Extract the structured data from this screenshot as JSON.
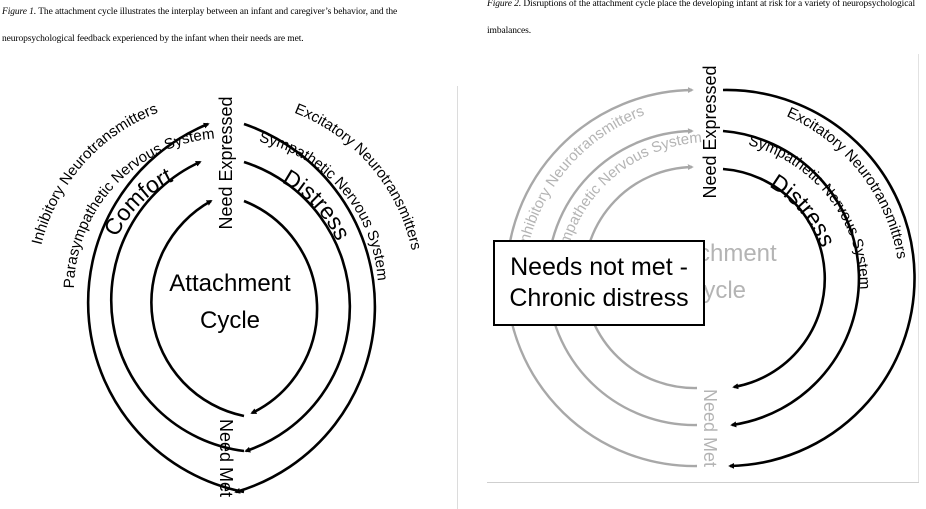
{
  "figure1": {
    "caption_label": "Figure 1.",
    "caption_text": " The attachment cycle illustrates the interplay between an infant and caregiver’s behavior, and the neuropsychological feedback experienced by the infant when their needs are met.",
    "center_title_line1": "Attachment",
    "center_title_line2": "Cycle",
    "top_label": "Need Expressed",
    "bottom_label": "Need Met",
    "left_labels": [
      "Comfort",
      "Parasympathetic Nervous System",
      "Inhibitory Neurotransmitters"
    ],
    "right_labels": [
      "Distress",
      "Sympathetic Nervous System",
      "Excitatory Neurotransmitters"
    ]
  },
  "figure2": {
    "caption_label": "Figure 2.",
    "caption_text": " Disruptions of the attachment cycle place the developing infant at risk for a variety of neuropsychological imbalances.",
    "callout_line1": "Needs not met -",
    "callout_line2": "Chronic distress",
    "center_title_line1": "Attachment",
    "center_title_line2": "Cycle",
    "top_label": "Need Expressed",
    "bottom_label": "Need Met",
    "left_labels": [
      "Parasympathetic Nervous System",
      "Inhibitory Neurotransmitters"
    ],
    "right_labels": [
      "Distress",
      "Sympathetic Nervous System",
      "Excitatory Neurotransmitters"
    ]
  },
  "colors": {
    "active": "#000000",
    "faded": "#a8a8a8",
    "faded_text": "#b4b4b4"
  }
}
